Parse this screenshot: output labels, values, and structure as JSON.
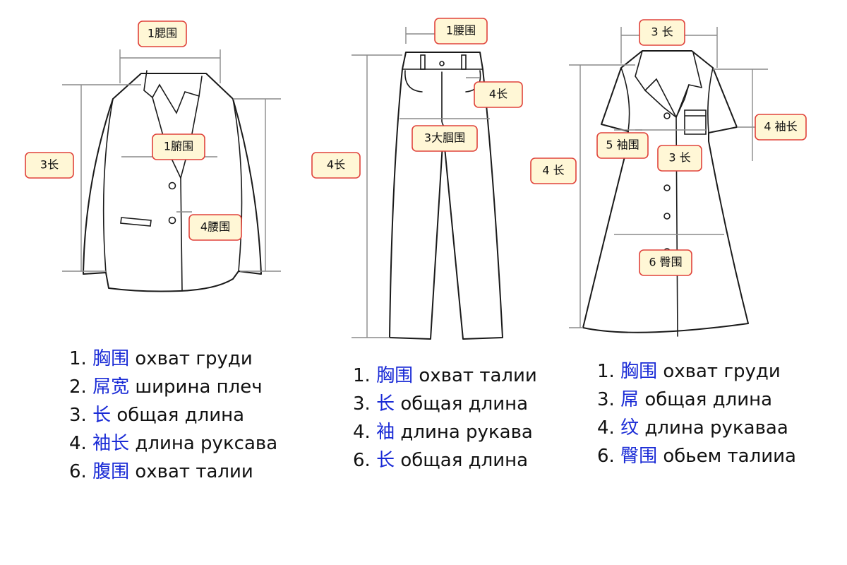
{
  "colors": {
    "callout_fill": "#fff7d6",
    "callout_border": "#e0433b",
    "chinese_term": "#1a2bd6",
    "outline": "#1a1a1a",
    "dimension_line": "#8a8a8a"
  },
  "jacket": {
    "callouts": [
      {
        "id": "shoulder",
        "text": "1腮围"
      },
      {
        "id": "chest",
        "text": "1腑围"
      },
      {
        "id": "length",
        "text": "3长"
      },
      {
        "id": "waist",
        "text": "4腰围"
      }
    ],
    "legend": [
      {
        "num": "1.",
        "zh": "胸围",
        "ru": "охват груди"
      },
      {
        "num": "2.",
        "zh": "屌宽",
        "ru": "ширина плеч"
      },
      {
        "num": "3.",
        "zh": "长",
        "ru": "общая длина"
      },
      {
        "num": "4.",
        "zh": "袖长",
        "ru": "длина руксава"
      },
      {
        "num": "6.",
        "zh": "腹围",
        "ru": "охват талии"
      }
    ]
  },
  "pants": {
    "callouts": [
      {
        "id": "waist",
        "text": "1腰围"
      },
      {
        "id": "pocket_length",
        "text": "4长"
      },
      {
        "id": "hip",
        "text": "3大腘围"
      },
      {
        "id": "length",
        "text": "4长"
      }
    ],
    "legend": [
      {
        "num": "1.",
        "zh": "胸围",
        "ru": "охват талии"
      },
      {
        "num": "3.",
        "zh": "长",
        "ru": "общая длина"
      },
      {
        "num": "4.",
        "zh": "袖",
        "ru": "длина рукава"
      },
      {
        "num": "6.",
        "zh": "长",
        "ru": "общая длина"
      }
    ]
  },
  "dress": {
    "callouts": [
      {
        "id": "top_length",
        "text": "3 长"
      },
      {
        "id": "sleeve_length",
        "text": "4 袖长"
      },
      {
        "id": "sleeve_width",
        "text": "5 袖围"
      },
      {
        "id": "chest_length",
        "text": "3 长"
      },
      {
        "id": "length",
        "text": "4 长"
      },
      {
        "id": "hem",
        "text": "6 臀围"
      }
    ],
    "legend": [
      {
        "num": "1.",
        "zh": "胸围",
        "ru": "охват груди"
      },
      {
        "num": "3.",
        "zh": "屌",
        "ru": "общая длина"
      },
      {
        "num": "4.",
        "zh": "纹",
        "ru": "длина рукаваа"
      },
      {
        "num": "6.",
        "zh": "臀围",
        "ru": "обьем талииа"
      }
    ]
  }
}
